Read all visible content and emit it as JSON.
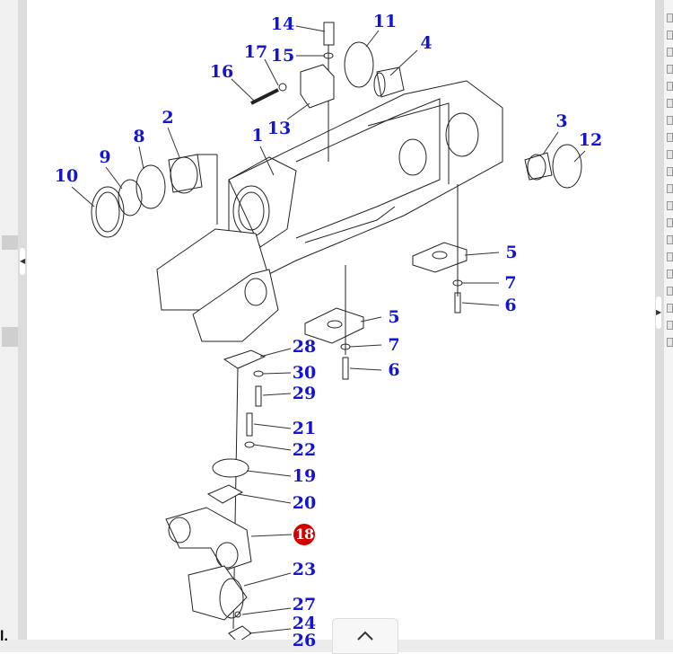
{
  "diagram": {
    "labels": {
      "l14": "14",
      "l11": "11",
      "l4": "4",
      "l17": "17",
      "l15": "15",
      "l16": "16",
      "l13": "13",
      "l2": "2",
      "l8": "8",
      "l9": "9",
      "l10": "10",
      "l1": "1",
      "l3": "3",
      "l12": "12",
      "l5a": "5",
      "l7a": "7",
      "l6a": "6",
      "l5b": "5",
      "l7b": "7",
      "l6b": "6",
      "l28": "28",
      "l30": "30",
      "l29": "29",
      "l21": "21",
      "l22": "22",
      "l19": "19",
      "l20": "20",
      "l18": "18",
      "l23": "23",
      "l27": "27",
      "l24": "24",
      "l26": "26"
    },
    "highlighted_label": "18",
    "highlight_color": "#d40000",
    "label_color": "#1414d2"
  },
  "corner_text": "l.",
  "scroll_up_icon": "chevron-up-icon"
}
